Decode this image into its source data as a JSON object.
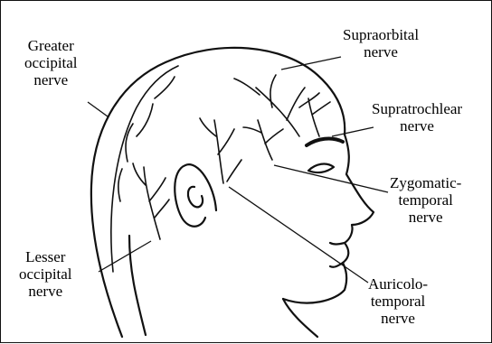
{
  "labels": {
    "greater_occipital": [
      "Greater",
      "occipital",
      "nerve"
    ],
    "supraorbital": [
      "Supraorbital",
      "nerve"
    ],
    "supratrochlear": [
      "Supratrochlear",
      "nerve"
    ],
    "zygomatic_temporal": [
      "Zygomatic-",
      "temporal",
      "nerve"
    ],
    "lesser_occipital": [
      "Lesser",
      "occipital",
      "nerve"
    ],
    "auriculotemporal": [
      "Auricolo-",
      "temporal",
      "nerve"
    ]
  },
  "colors": {
    "ink": "#111111",
    "background": "#ffffff"
  }
}
